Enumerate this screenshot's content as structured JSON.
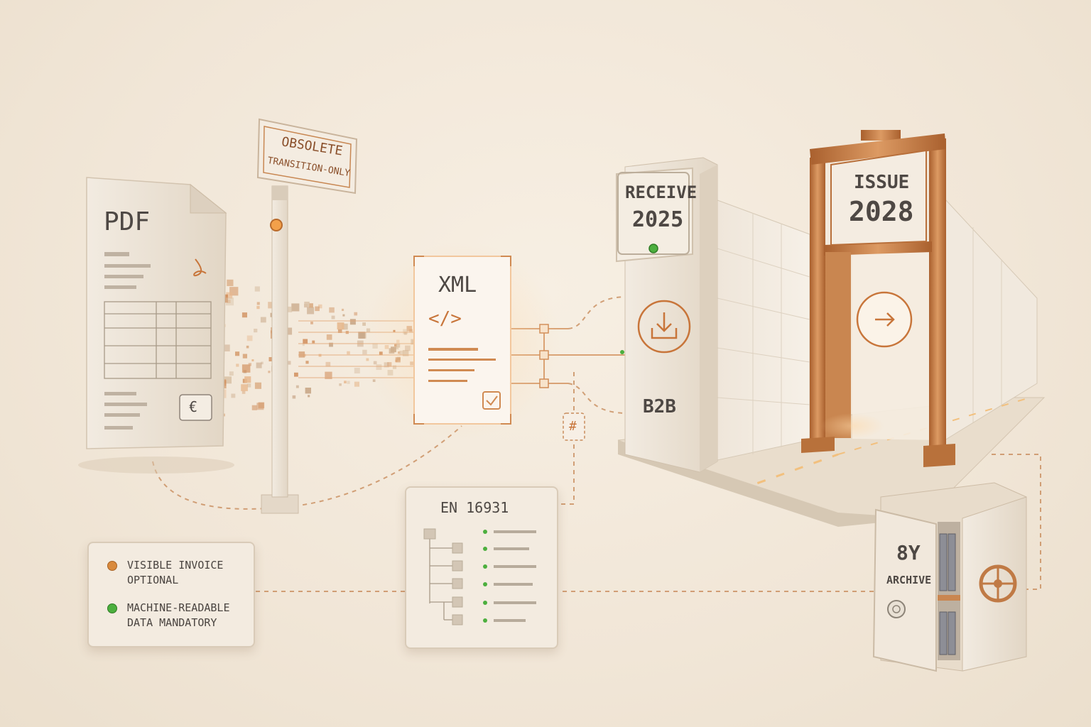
{
  "colors": {
    "accent": "#c8753a",
    "accent_light": "#e7a76f",
    "green": "#4caf3e",
    "stone": "#ece3d6",
    "stone_dark": "#d6c8b4",
    "ink": "#4a4440",
    "copper": "#c07a45"
  },
  "pdf_document": {
    "title": "PDF",
    "currency_symbol": "€",
    "icon": "pdf-acrobat-icon"
  },
  "signpost": {
    "line1": "OBSOLETE",
    "line2": "TRANSITION-ONLY"
  },
  "xml_document": {
    "title": "XML",
    "code_symbol": "</>",
    "icon": "checkbox-check-icon"
  },
  "hash_badge": {
    "symbol": "#"
  },
  "standard_panel": {
    "title": "EN 16931",
    "icon": "tree-structure-icon"
  },
  "receive_pillar": {
    "line1": "RECEIVE",
    "line2": "2025",
    "segment": "B2B",
    "icon": "inbox-download-icon"
  },
  "issue_gate": {
    "line1": "ISSUE",
    "line2": "2028",
    "icon": "arrow-right-icon"
  },
  "archive_safe": {
    "line1": "8Y",
    "line2": "ARCHIVE",
    "icon": "safe-wheel-icon"
  },
  "legend": {
    "items": [
      {
        "line1": "VISIBLE INVOICE",
        "line2": "OPTIONAL",
        "color": "#d98a3d"
      },
      {
        "line1": "MACHINE-READABLE",
        "line2": "DATA MANDATORY",
        "color": "#4caf3e"
      }
    ]
  }
}
